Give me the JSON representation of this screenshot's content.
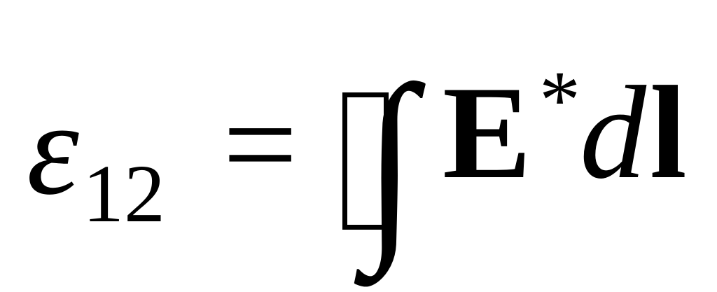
{
  "equation": {
    "lhs_symbol": "ε",
    "lhs_subscript": "12",
    "equals": "=",
    "integral": "∫",
    "field_symbol": "E",
    "superscript": "*",
    "differential": "d",
    "line_element": "l"
  }
}
